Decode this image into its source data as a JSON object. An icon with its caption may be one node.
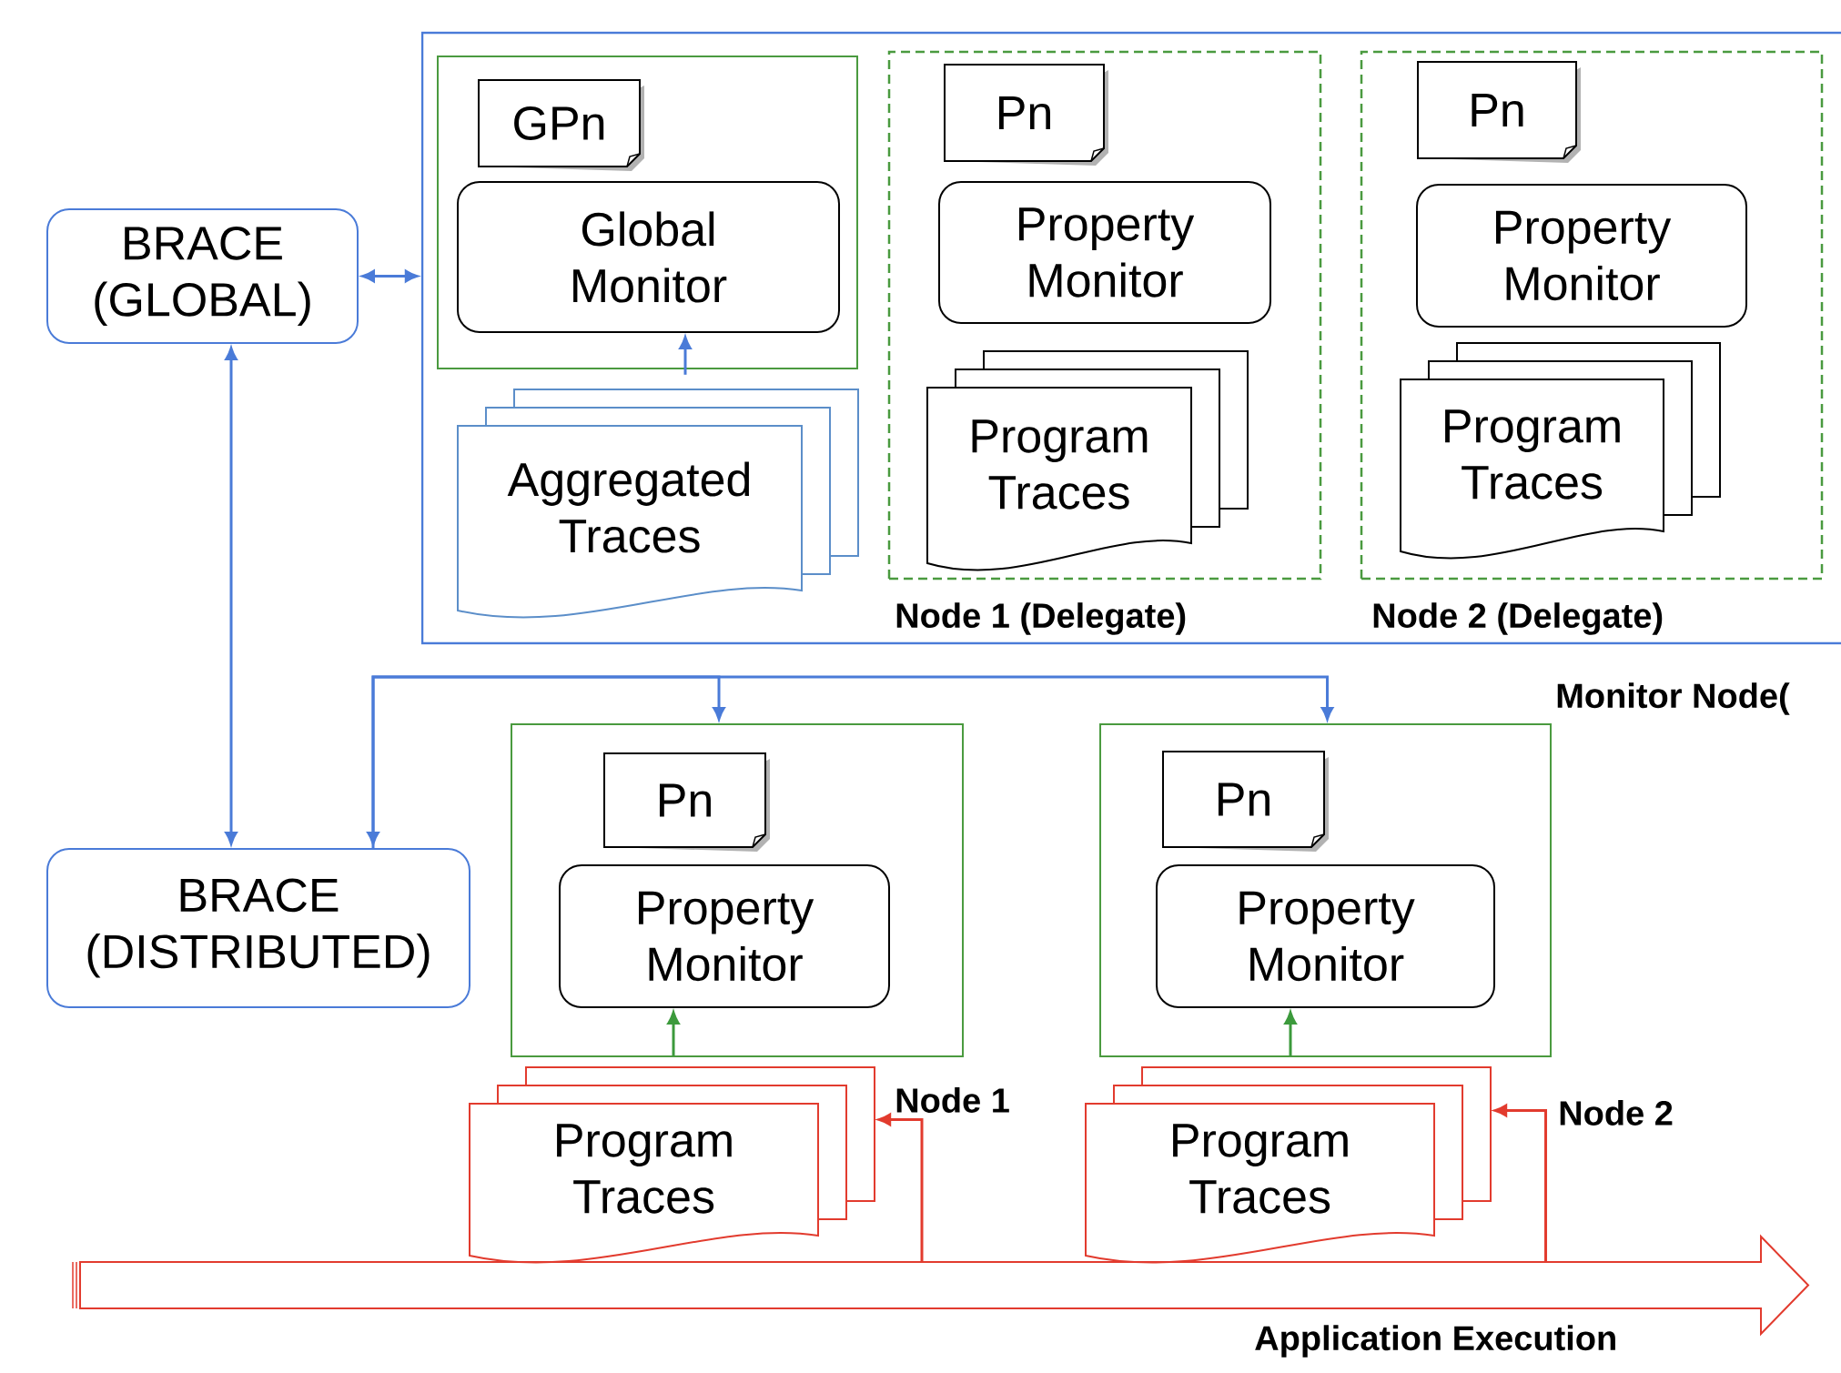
{
  "diagram": {
    "nodes": [
      {
        "text": [
          "BRACE (GLOBAL)"
        ]
      },
      {
        "text": [
          "Monitor Node("
        ]
      },
      {
        "text": [],
        "shape": "box",
        "in": 1
      },
      {
        "text": [
          "GPn"
        ],
        "in": 2
      },
      {
        "text": [
          "Global Monitor"
        ],
        "in": 2
      },
      {
        "text": [
          "Aggregated Traces"
        ],
        "in": 1
      },
      {
        "text": [
          "Node 1 (Delegate)"
        ],
        "in": 1
      },
      {
        "text": [
          "Pn"
        ],
        "in": 6
      },
      {
        "text": [
          "Property Monitor"
        ],
        "in": 6
      },
      {
        "text": [
          "Program Traces"
        ],
        "in": 6
      },
      {
        "text": [
          "Node 2 (Delegate)"
        ],
        "in": 1
      },
      {
        "text": [
          "Pn"
        ],
        "in": 10
      },
      {
        "text": [
          "Property Monitor"
        ],
        "in": 10
      },
      {
        "text": [
          "Program Traces"
        ],
        "in": 10
      },
      {
        "text": [
          "BRACE (DISTRIBUTED)"
        ]
      },
      {
        "text": [],
        "shape": "box"
      },
      {
        "text": [
          "Pn"
        ],
        "in": 15
      },
      {
        "text": [
          "Property Monitor"
        ],
        "in": 15
      },
      {
        "text": [
          "Program Traces"
        ]
      },
      {
        "text": [],
        "shape": "box"
      },
      {
        "text": [
          "Pn"
        ],
        "in": 19
      },
      {
        "text": [
          "Property Monitor"
        ],
        "in": 19
      },
      {
        "text": [
          "Program Traces"
        ]
      },
      {
        "text": [
          "Application Execution"
        ]
      }
    ],
    "edges": [
      {
        "from": 0,
        "to": 1,
        "arrow": "both"
      },
      {
        "from": 0,
        "to": 14,
        "arrow": "both"
      },
      {
        "from": 5,
        "to": 4,
        "arrow": "to"
      },
      {
        "from": 14,
        "to": 15,
        "arrow": "both"
      },
      {
        "from": 14,
        "to": 19,
        "arrow": "to"
      },
      {
        "from": 18,
        "to": 17,
        "arrow": "to",
        "color": "#3c9a3c"
      },
      {
        "from": 22,
        "to": 21,
        "arrow": "to",
        "color": "#3c9a3c"
      },
      {
        "from": 23,
        "to": 18,
        "arrow": "to",
        "color": "#e23b2e"
      },
      {
        "from": 23,
        "to": 22,
        "arrow": "to",
        "color": "#e23b2e"
      }
    ],
    "labels": [
      "Node 1",
      "Node 2"
    ]
  }
}
